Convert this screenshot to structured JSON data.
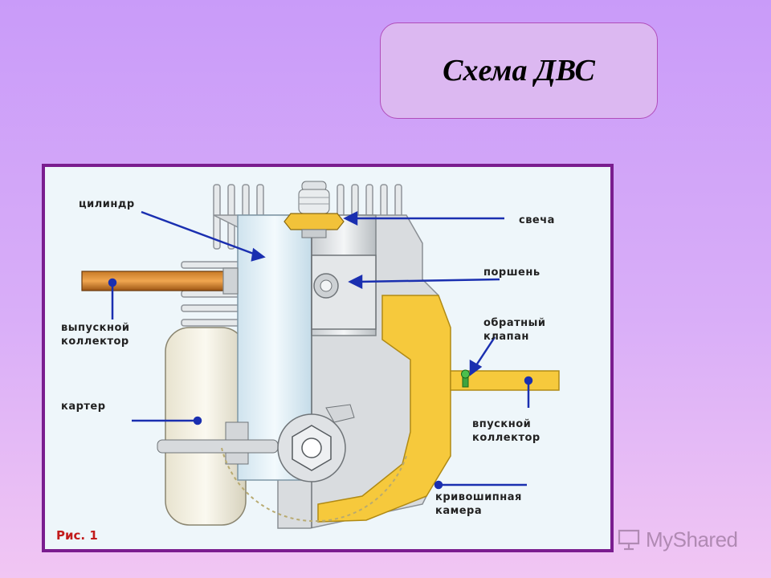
{
  "title": "Схема ДВС",
  "labels": {
    "cylinder": "цилиндр",
    "spark_plug": "свеча",
    "piston": "поршень",
    "check_valve_1": "обратный",
    "check_valve_2": "клапан",
    "exhaust_1": "выпускной",
    "exhaust_2": "коллектор",
    "crankcase": "картер",
    "intake_1": "впускной",
    "intake_2": "коллектор",
    "crank_chamber_1": "кривошипная",
    "crank_chamber_2": "камера"
  },
  "figure_caption": "Рис. 1",
  "watermark": "MyShared",
  "colors": {
    "frame": "#7a1d8f",
    "arrow": "#1a2fb0",
    "chamber": "#f6c93c",
    "caption": "#c21b1b"
  }
}
